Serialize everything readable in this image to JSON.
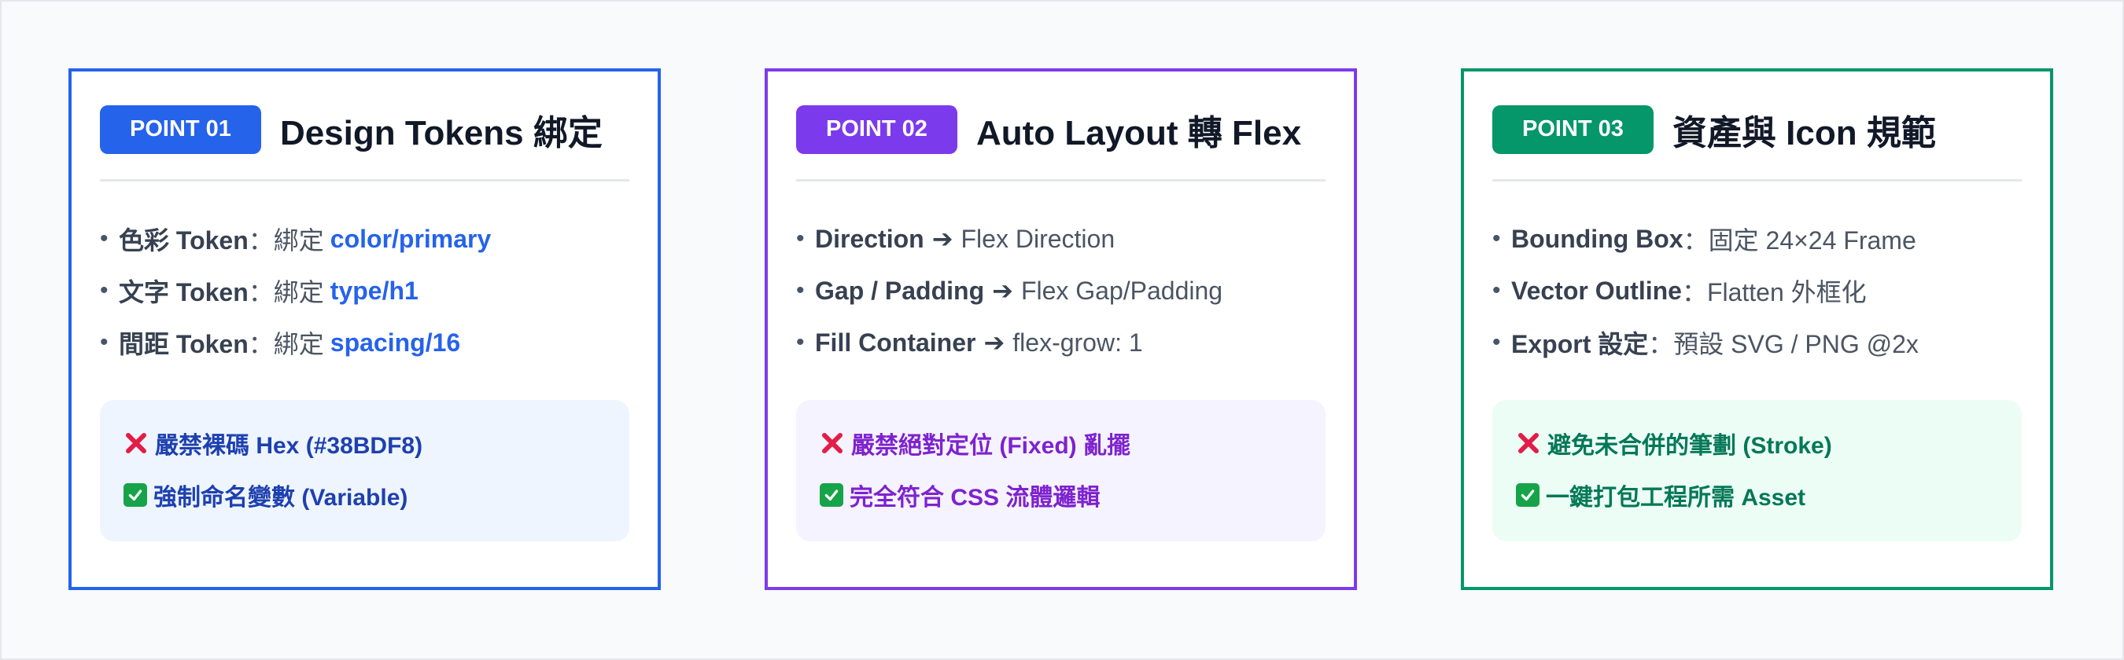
{
  "cards": [
    {
      "badge": "POINT 01",
      "title": "Design Tokens 綁定",
      "color": "#2563eb",
      "bullets": [
        {
          "key": "色彩 Token",
          "text": "：綁定",
          "token": "color/primary"
        },
        {
          "key": "文字 Token",
          "text": "：綁定",
          "token": "type/h1"
        },
        {
          "key": "間距 Token",
          "text": "：綁定",
          "token": "spacing/16"
        }
      ],
      "notes": {
        "dont": "嚴禁裸碼 Hex (#38BDF8)",
        "do": "強制命名變數 (Variable)"
      }
    },
    {
      "badge": "POINT 02",
      "title": "Auto Layout 轉 Flex",
      "color": "#7c3aed",
      "bullets": [
        {
          "key": "Direction",
          "arrow": "➔",
          "text": "Flex Direction"
        },
        {
          "key": "Gap / Padding",
          "arrow": "➔",
          "text": "Flex Gap/Padding"
        },
        {
          "key": "Fill Container",
          "arrow": "➔",
          "text": "flex-grow: 1"
        }
      ],
      "notes": {
        "dont": "嚴禁絕對定位 (Fixed) 亂擺",
        "do": "完全符合 CSS 流體邏輯"
      }
    },
    {
      "badge": "POINT 03",
      "title": "資產與 Icon 規範",
      "color": "#059669",
      "bullets": [
        {
          "key": "Bounding Box",
          "text": "：固定 24×24 Frame"
        },
        {
          "key": "Vector Outline",
          "text": "：Flatten 外框化"
        },
        {
          "key": "Export 設定",
          "text": "：預設 SVG / PNG @2x"
        }
      ],
      "notes": {
        "dont": "避免未合併的筆劃 (Stroke)",
        "do": "一鍵打包工程所需 Asset"
      }
    }
  ],
  "icons": {
    "dont": "cross-mark-icon",
    "do": "check-mark-button-icon"
  }
}
